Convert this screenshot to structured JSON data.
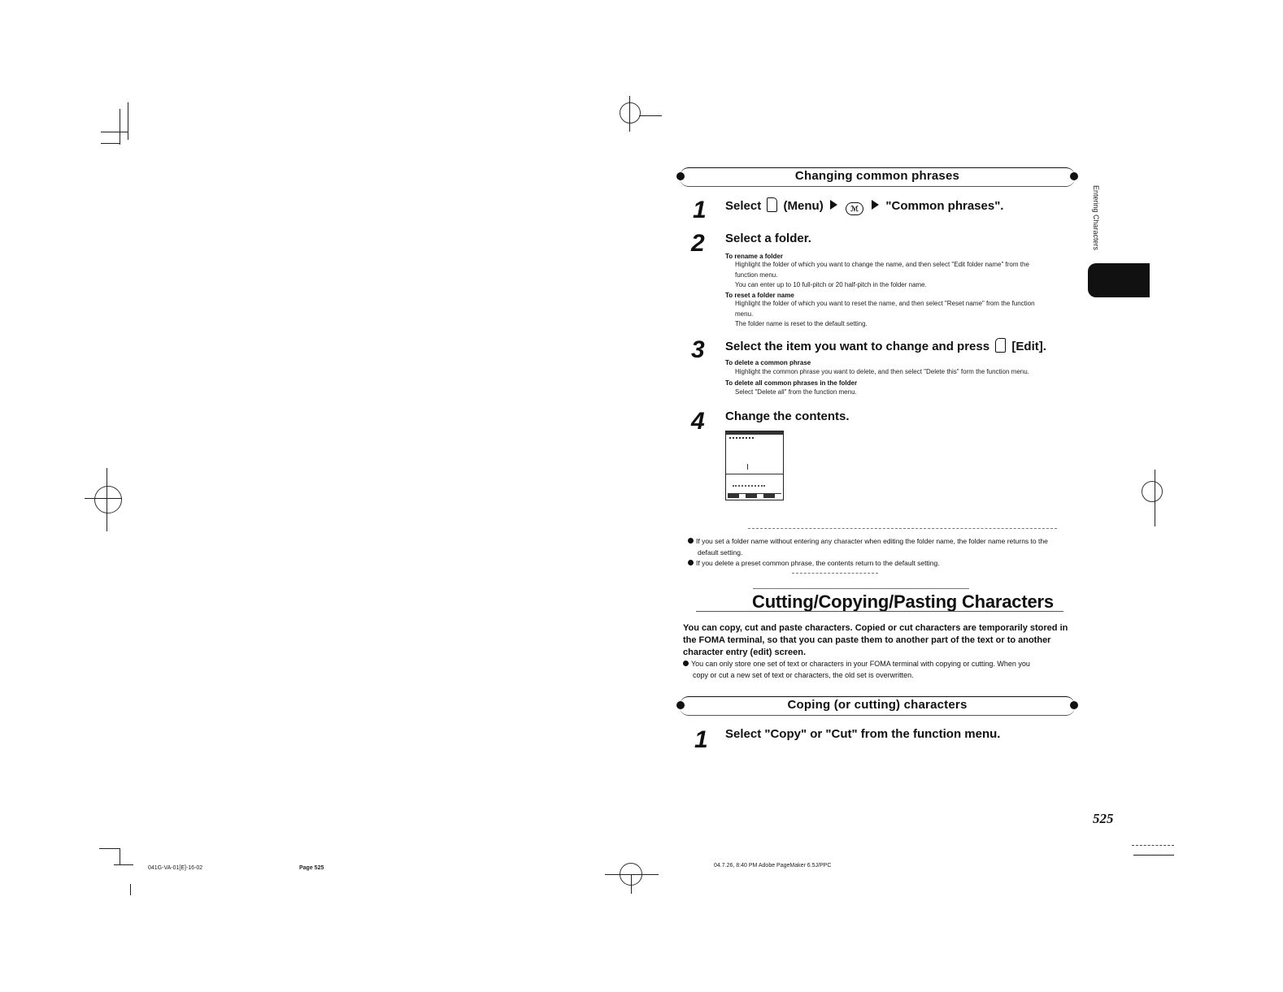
{
  "sections": {
    "changing": {
      "title": "Changing common phrases"
    },
    "cutting": {
      "title": "Cutting/Copying/Pasting Characters"
    },
    "coping": {
      "title": "Coping (or cutting) characters"
    }
  },
  "steps": [
    {
      "num": "1",
      "pre": "Select",
      "menu": "(Menu)",
      "icon_label": "ℳ",
      "post": "\"Common phrases\"."
    },
    {
      "num": "2",
      "text": "Select a folder."
    },
    {
      "num": "3",
      "pre": "Select the item you want to change and press",
      "post": "[Edit]."
    },
    {
      "num": "4",
      "text": "Change the contents."
    }
  ],
  "step2_details": {
    "rename_h": "To rename a folder",
    "rename_1": "Highlight the folder of which you want to change the name, and then select \"Edit folder name\" from the",
    "rename_2": "function menu.",
    "rename_3": "You can enter up to 10 full-pitch or 20 half-pitch in the folder name.",
    "reset_h": "To reset a folder name",
    "reset_1": "Highlight the folder of which you want to reset the name, and then select \"Reset name\" from the function",
    "reset_2": "menu.",
    "reset_3": "The folder name is reset to the default setting."
  },
  "step3_details": {
    "delete_h": "To delete a common phrase",
    "delete_1": "Highlight the common phrase you want to delete, and then select \"Delete this\" form the function menu.",
    "delete_all_h": "To delete all common phrases in the folder",
    "delete_all_1": "Select \"Delete all\" from the function menu."
  },
  "notes": {
    "n1a": "If you set a folder name without entering any character when editing the folder name, the folder name returns to the",
    "n1b": "default setting.",
    "n2": "If you delete a preset common phrase, the contents return to the default setting."
  },
  "cutting_body": {
    "l1": "You can copy, cut and paste characters. Copied or cut characters are temporarily stored in",
    "l2": "the FOMA terminal, so that you can paste them to another part of the text or to another",
    "l3": "character entry (edit) screen.",
    "b1": "You can only store one set of text or characters in your FOMA terminal with copying or cutting. When you",
    "b2": "copy or cut a new set of text or characters, the old set is overwritten."
  },
  "coping_step": {
    "num": "1",
    "text": "Select \"Copy\" or \"Cut\" from the function menu."
  },
  "side_tab": {
    "label": "Entering Characters"
  },
  "page_number": "525",
  "footer": {
    "left_code": "041G-VA-01[E]-16-02",
    "left_page": "Page 525",
    "center": "04.7.26, 8:40 PM    Adobe PageMaker 6.5J/PPC"
  }
}
